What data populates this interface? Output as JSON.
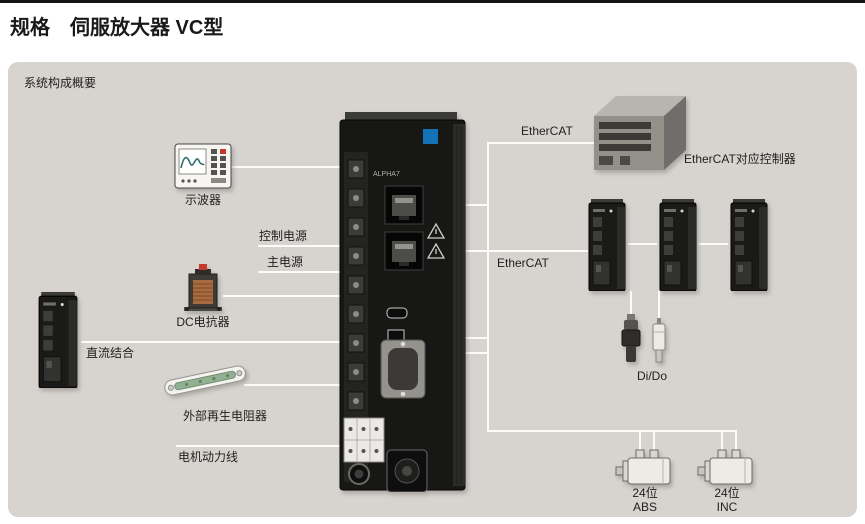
{
  "page": {
    "title": "规格　伺服放大器 VC型"
  },
  "diagram": {
    "caption": "系统构成概要",
    "device": {
      "brand": "ALPHA7"
    },
    "labels": {
      "oscilloscope": "示波器",
      "control_power": "控制电源",
      "main_power": "主电源",
      "dc_reactor": "DC电抗器",
      "dc_link": "直流结合",
      "regen_resistor": "外部再生电阻器",
      "motor_power_line": "电机动力线",
      "ethercat_top": "EtherCAT",
      "ethercat_controller": "EtherCAT对应控制器",
      "ethercat_mid": "EtherCAT",
      "dido": "Di/Do",
      "encoder_abs": "24位\nABS",
      "encoder_inc": "24位\nINC"
    },
    "colors": {
      "panel_bg": "#d7d4d0",
      "wire": "#fbfbfa",
      "logo_blue": "#1473b8"
    }
  }
}
